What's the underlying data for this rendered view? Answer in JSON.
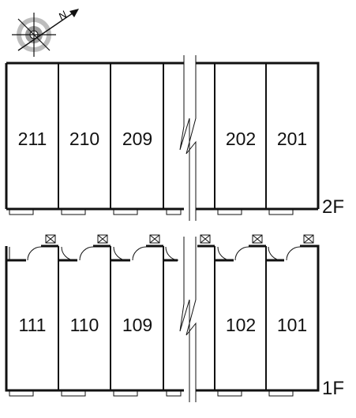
{
  "compass": {
    "north_label": "N",
    "icon": "compass-rose-icon"
  },
  "floors": [
    {
      "label": "2F",
      "rooms": [
        "211",
        "210",
        "209",
        "",
        "202",
        "201"
      ]
    },
    {
      "label": "1F",
      "rooms": [
        "111",
        "110",
        "109",
        "",
        "102",
        "101"
      ]
    }
  ]
}
